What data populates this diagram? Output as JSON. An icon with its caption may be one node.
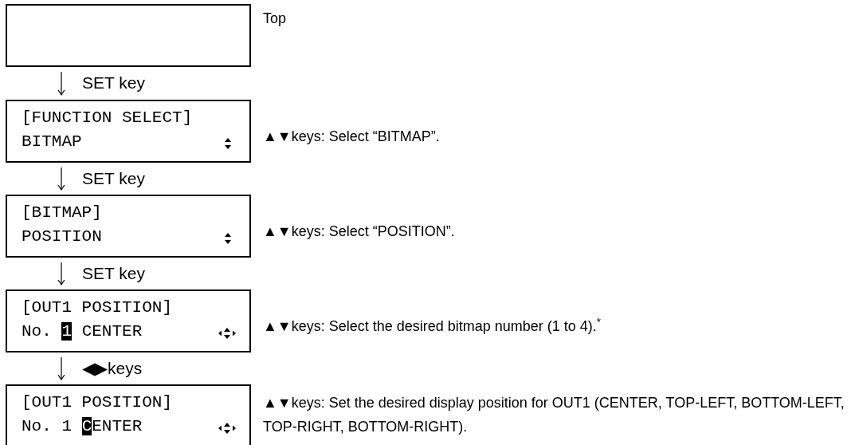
{
  "diagram": {
    "nodes": [
      {
        "text": [],
        "shape": "box",
        "beside": [
          "Top"
        ]
      },
      {
        "text": [
          "[FUNCTION SELECT]",
          "BITMAP"
        ],
        "beside": [
          "▲▼keys: Select “BITMAP”."
        ]
      },
      {
        "text": [
          "[BITMAP]",
          "POSITION"
        ],
        "beside": [
          "▲▼keys: Select “POSITION”."
        ]
      },
      {
        "text": [
          "[OUT1 POSITION]",
          "No. 1 CENTER"
        ],
        "beside": [
          "▲▼keys: Select the desired bitmap number (1 to 4).$^{*}$"
        ]
      },
      {
        "text": [
          "[OUT1 POSITION]",
          "No. 1 CENTER"
        ],
        "beside": [
          "▲▼keys: Set the desired display position for OUT1 (CENTER, TOP-LEFT, BOTTOM-LEFT, TOP-RIGHT, BOTTOM-RIGHT)."
        ]
      }
    ],
    "edges": [
      {
        "from": 0,
        "to": 1,
        "arrow": "to",
        "label": "SET key"
      },
      {
        "from": 1,
        "to": 2,
        "arrow": "to",
        "label": "SET key"
      },
      {
        "from": 2,
        "to": 3,
        "arrow": "to",
        "label": "SET key"
      },
      {
        "from": 3,
        "to": 4,
        "arrow": "to",
        "label": "◀▶keys"
      }
    ]
  }
}
